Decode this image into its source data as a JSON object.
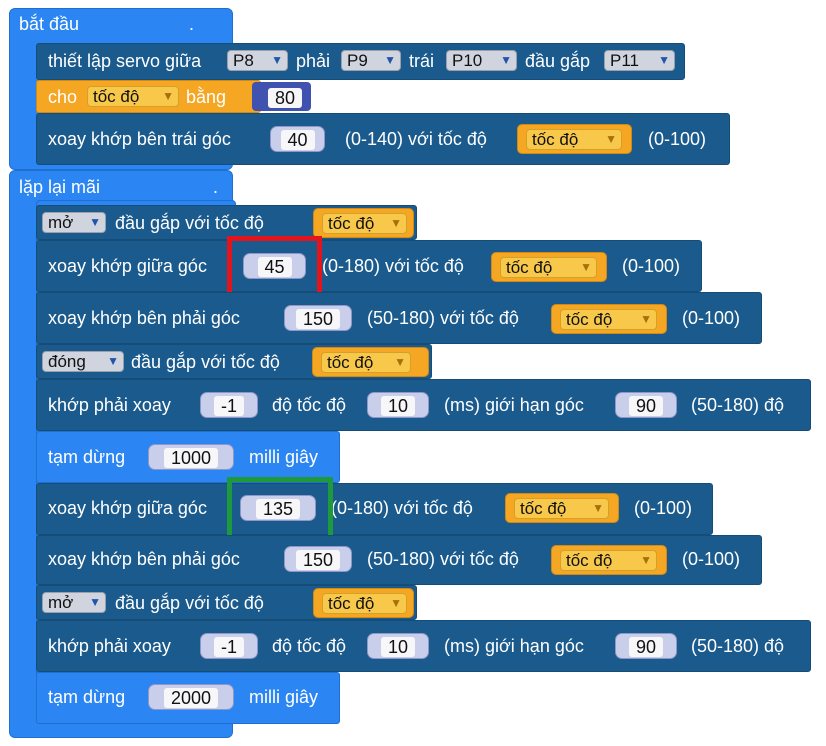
{
  "events": {
    "start_label": "bắt đầu",
    "start_dot": ".",
    "loop_label": "lặp lại mãi",
    "loop_dot": "."
  },
  "setup": {
    "servo_prefix": "thiết lập servo giữa",
    "pin_middle": "P8",
    "right_label": "phải",
    "pin_right": "P9",
    "left_label": "trái",
    "pin_left": "P10",
    "gripper_label": "đầu gắp",
    "pin_gripper": "P11",
    "set_label": "cho",
    "var_name": "tốc độ",
    "equals_label": "bằng",
    "speed_value": "80",
    "rotate_left_text": "xoay khớp bên trái góc",
    "left_angle": "40",
    "left_range": "(0-140) với tốc độ",
    "speed_range": "(0-100)"
  },
  "loop": [
    {
      "type": "gripper",
      "action": "mở",
      "text": "đầu gắp với tốc độ",
      "var": "tốc độ"
    },
    {
      "type": "rotate",
      "text": "xoay khớp giữa góc",
      "angle": "45",
      "range": "(0-180) với tốc độ",
      "var": "tốc độ",
      "speed_range": "(0-100)"
    },
    {
      "type": "rotate",
      "text": "xoay khớp bên phải góc",
      "angle": "150",
      "range": "(50-180) với tốc độ",
      "var": "tốc độ",
      "speed_range": "(0-100)"
    },
    {
      "type": "gripper",
      "action": "đóng",
      "text": "đầu gắp với tốc độ",
      "var": "tốc độ"
    },
    {
      "type": "joint",
      "text": "khớp phải xoay",
      "step": "-1",
      "speed_label": "độ tốc độ",
      "speed": "10",
      "limit_label": "(ms) giới hạn góc",
      "limit": "90",
      "limit_range": "(50-180) độ"
    },
    {
      "type": "wait",
      "text": "tạm dừng",
      "ms": "1000",
      "unit": "milli giây"
    },
    {
      "type": "rotate",
      "text": "xoay khớp giữa góc",
      "angle": "135",
      "range": "(0-180) với tốc độ",
      "var": "tốc độ",
      "speed_range": "(0-100)"
    },
    {
      "type": "rotate",
      "text": "xoay khớp bên phải góc",
      "angle": "150",
      "range": "(50-180) với tốc độ",
      "var": "tốc độ",
      "speed_range": "(0-100)"
    },
    {
      "type": "gripper",
      "action": "mở",
      "text": "đầu gắp với tốc độ",
      "var": "tốc độ"
    },
    {
      "type": "joint",
      "text": "khớp phải xoay",
      "step": "-1",
      "speed_label": "độ tốc độ",
      "speed": "10",
      "limit_label": "(ms) giới hạn góc",
      "limit": "90",
      "limit_range": "(50-180) độ"
    },
    {
      "type": "wait",
      "text": "tạm dừng",
      "ms": "2000",
      "unit": "milli giây"
    }
  ],
  "colors": {
    "event_blue": "#2b86f3",
    "motion_navy": "#1a5a8c",
    "variable_orange": "#f5a623",
    "number_socket": "#c9cfea",
    "highlight_red": "#e3141b",
    "highlight_green": "#1e9a3c"
  },
  "icons": {
    "dropdown": "▼"
  }
}
